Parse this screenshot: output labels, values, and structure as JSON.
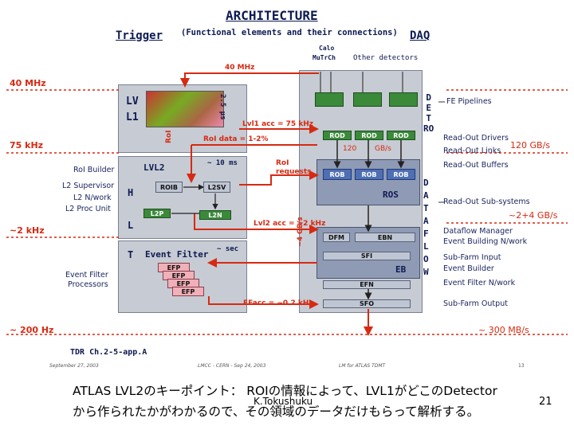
{
  "header": {
    "title": "ARCHITECTURE",
    "subtitle": "(Functional elements and their connections)",
    "trigger": "Trigger",
    "daq": "DAQ"
  },
  "rates": {
    "r40mhz": "40 MHz",
    "r75khz": "75 kHz",
    "r2khz": "~2 kHz",
    "r200hz": "~ 200 Hz",
    "top40mhz": "40 MHz"
  },
  "detector": {
    "calo": "Calo",
    "mutrch": "MuTrCh",
    "other": "Other detectors"
  },
  "lvl1": {
    "lv": "LV",
    "l1": "L1",
    "latency": "2.5 µs",
    "roi_side": "RoI"
  },
  "flows": {
    "lvl1_acc": "Lvl1 acc = 75 kHz",
    "roi_data": "RoI data = 1-2%",
    "roi_requests": "RoI\nrequests",
    "lvl2_acc": "Lvl2 acc = ~2 kHz",
    "efacc": "EFacc = ~0.2 kHz",
    "bw_120": "120",
    "bw_gbs": "GB/s",
    "bw_4": "~4 GB/s"
  },
  "lvl2": {
    "title": "LVL2",
    "time": "~ 10 ms",
    "roib": "ROIB",
    "l2sv": "L2SV",
    "l2p": "L2P",
    "l2n": "L2N",
    "h": "H",
    "l": "L",
    "t": "T"
  },
  "ef": {
    "title": "Event Filter",
    "time": "~ sec",
    "efp": "EFP"
  },
  "daq_boxes": {
    "rod": "ROD",
    "rob": "ROB",
    "ros": "ROS",
    "dfm": "DFM",
    "ebn": "EBN",
    "eb": "EB",
    "sfi": "SFI",
    "efn": "EFN",
    "sfo": "SFO"
  },
  "daq_vertical": {
    "top": "D\nE\nT\nRO",
    "bottom": "D\nA\nT\nA\nF\nL\nO\nW"
  },
  "left_labels": {
    "roi_builder": "RoI Builder",
    "l2_supervisor": "L2 Supervisor",
    "l2_nwork": "L2 N/work",
    "l2_proc": "L2 Proc Unit",
    "ef_proc": "Event Filter\nProcessors"
  },
  "right_labels": {
    "fe_pipelines": "FE Pipelines",
    "rod_label": "Read-Out Drivers",
    "rol_label": "Read-Out Links",
    "rob_label": "Read-Out Buffers",
    "ros_label": "Read-Out Sub-systems",
    "dfm_label": "Dataflow Manager",
    "ebn_label": "Event Building N/work",
    "sfi_label": "Sub-Farm Input",
    "eb_label": "Event Builder",
    "efn_label": "Event Filter N/work",
    "sfo_label": "Sub-Farm Output",
    "bw120": "120 GB/s",
    "bw24": "~2+4 GB/s",
    "bw300": "~ 300 MB/s"
  },
  "footer": {
    "tdr": "TDR Ch.2-5-app.A",
    "date": "September 27, 2003",
    "lmcc": "LMCC - CERN - Sep 24, 2003",
    "lm": "LM for ATLAS TDMT",
    "pg": "13",
    "caption_line1": "ATLAS LVL2のキーポイント：  ROIの情報によって、LVL1がどこのDetector",
    "caption_line2": "から作られたかがわかるので、その領域のデータだけもらって解析する。",
    "author": "K.Tokushuku",
    "slide_num": "21"
  },
  "colors": {
    "red_text": "#d62a12",
    "navy_text": "#0d1a52",
    "daq_blue": "#4e6fb4",
    "lvl_green": "#3a8a3a",
    "efp_pink": "#f0b0b8"
  },
  "icons": {
    "lvl1": "lvl1-board-image"
  }
}
